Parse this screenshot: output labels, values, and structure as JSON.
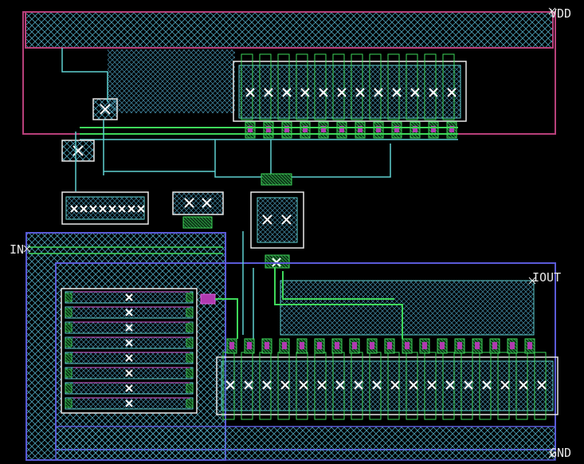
{
  "title": "",
  "pins": {
    "vdd": "VDD",
    "in": "IN",
    "iout": "IOUT",
    "gnd": "GND"
  },
  "colors": {
    "background": "#000000",
    "nwell_outline": "#b8407a",
    "pwell_outline": "#5a5ad8",
    "active_outline": "#e8e8e8",
    "metal1": "#5fd0d0",
    "metal2": "#3ed85a",
    "poly": "#e060e0",
    "contact_fill": "#b03ab0",
    "hatch": "#4a9ab0",
    "pin_text": "#e8e8e8"
  },
  "icons": {
    "contact": "x-cross-icon",
    "pin_marker": "x-mark-icon"
  }
}
